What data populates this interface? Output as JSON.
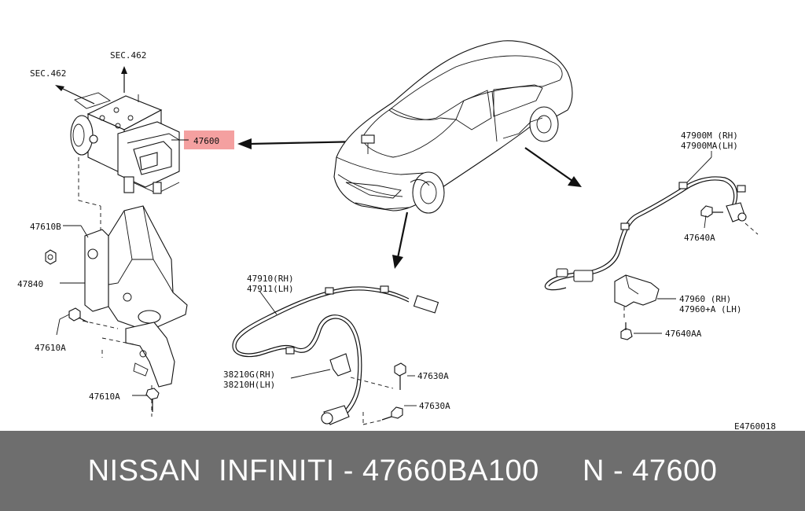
{
  "labels": {
    "sec_462_left": "SEC.462",
    "sec_462_top": "SEC.462",
    "p47600": "47600",
    "p47610B": "47610B",
    "p47840": "47840",
    "p47610A_a": "47610A",
    "p47610A_b": "47610A",
    "p47910": "47910(RH)",
    "p47911": "47911(LH)",
    "p38210G": "38210G(RH)",
    "p38210H": "38210H(LH)",
    "p47630A_a": "47630A",
    "p47630A_b": "47630A",
    "p47900M": "47900M (RH)",
    "p47900MA": "47900MA(LH)",
    "p47640A": "47640A",
    "p47960": "47960  (RH)",
    "p47960A": "47960+A (LH)",
    "p47640AA": "47640AA",
    "figure_code": "E4760018"
  },
  "highlight_color": "#f4a0a0",
  "banner": {
    "text": "NISSAN  INFINITI - 47660BA100     N - 47600",
    "background": "#6e6e6e"
  }
}
